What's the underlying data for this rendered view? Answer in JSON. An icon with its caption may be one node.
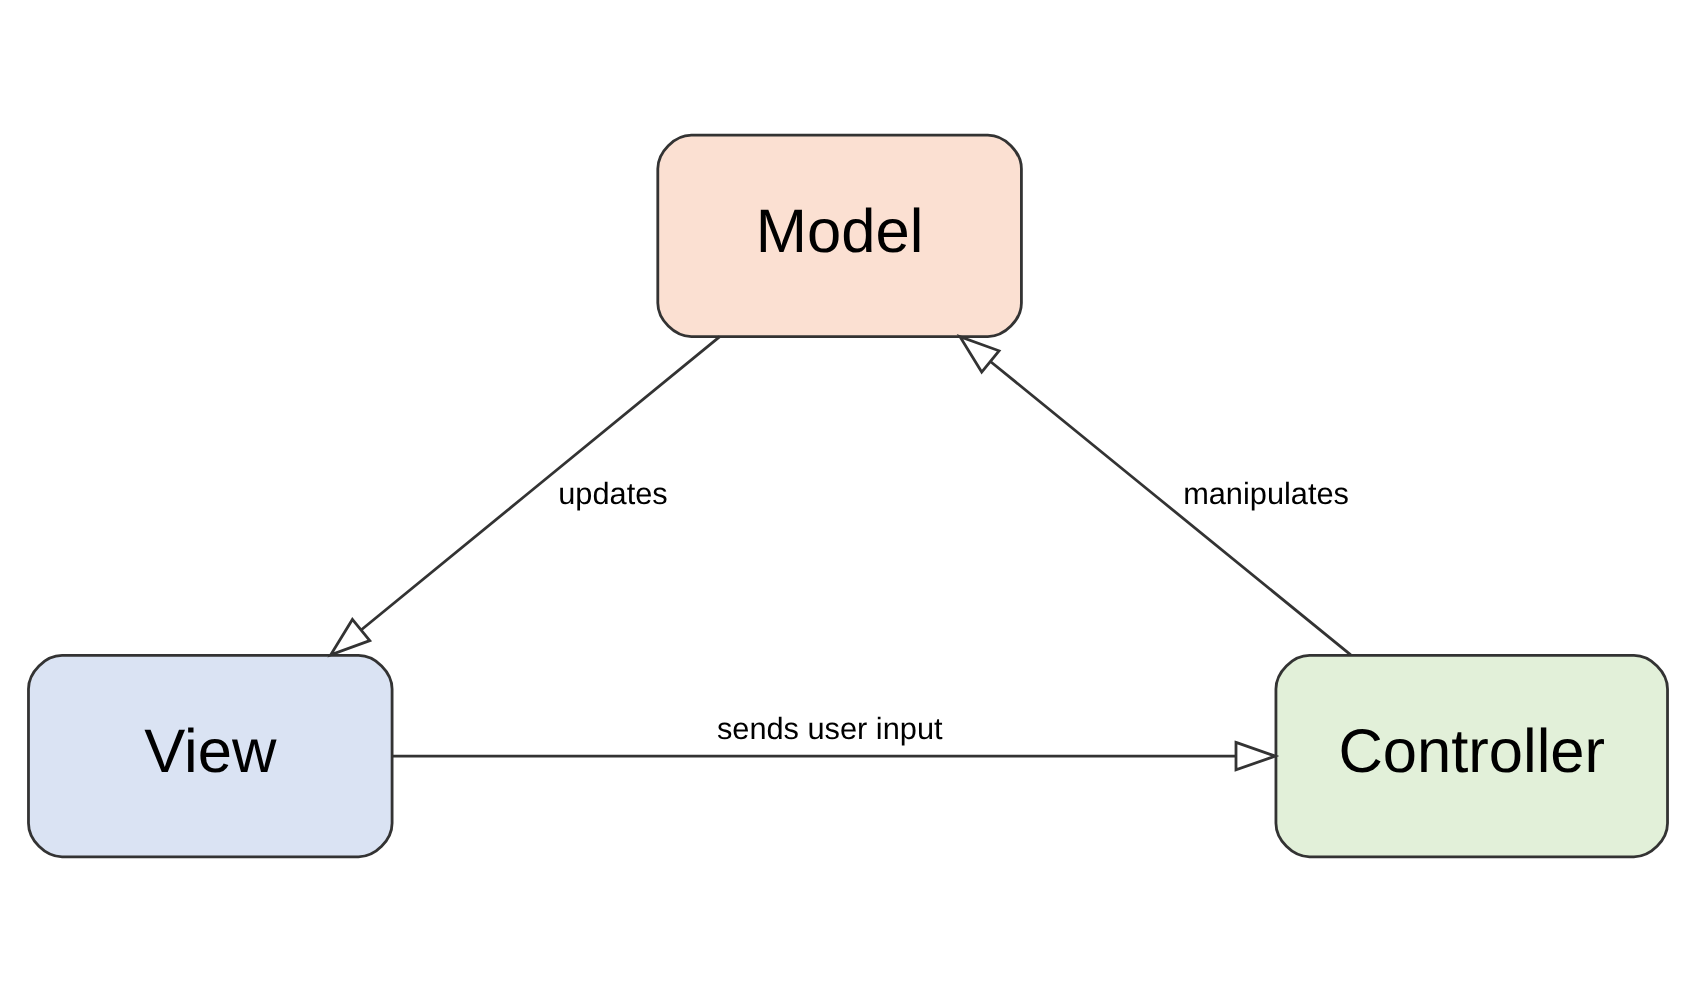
{
  "diagram": {
    "nodes": [
      {
        "text": [
          "Model"
        ]
      },
      {
        "text": [
          "View"
        ]
      },
      {
        "text": [
          "Controller"
        ]
      }
    ],
    "edges": [
      {
        "from": 0,
        "to": 1,
        "arrow": "to",
        "label": "updates"
      },
      {
        "from": 1,
        "to": 2,
        "arrow": "to",
        "label": "sends user input"
      },
      {
        "from": 2,
        "to": 0,
        "arrow": "to",
        "label": "manipulates"
      }
    ]
  }
}
